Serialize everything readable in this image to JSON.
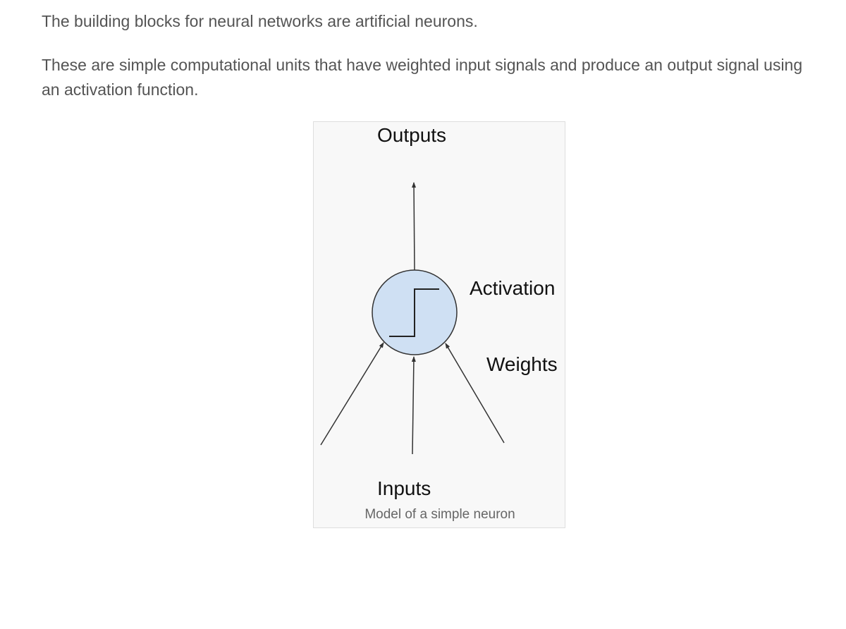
{
  "paragraphs": [
    "The building blocks for neural networks are artificial neurons.",
    "These are simple computational units that have weighted input signals and produce an output signal using an activation function."
  ],
  "figure": {
    "labels": {
      "outputs": "Outputs",
      "activation": "Activation",
      "weights": "Weights",
      "inputs": "Inputs"
    },
    "caption": "Model of a simple neuron",
    "colors": {
      "neuron_fill": "#cfe0f3",
      "line": "#333333",
      "background": "#f8f8f8"
    },
    "icons": [
      "step-function-icon"
    ]
  }
}
